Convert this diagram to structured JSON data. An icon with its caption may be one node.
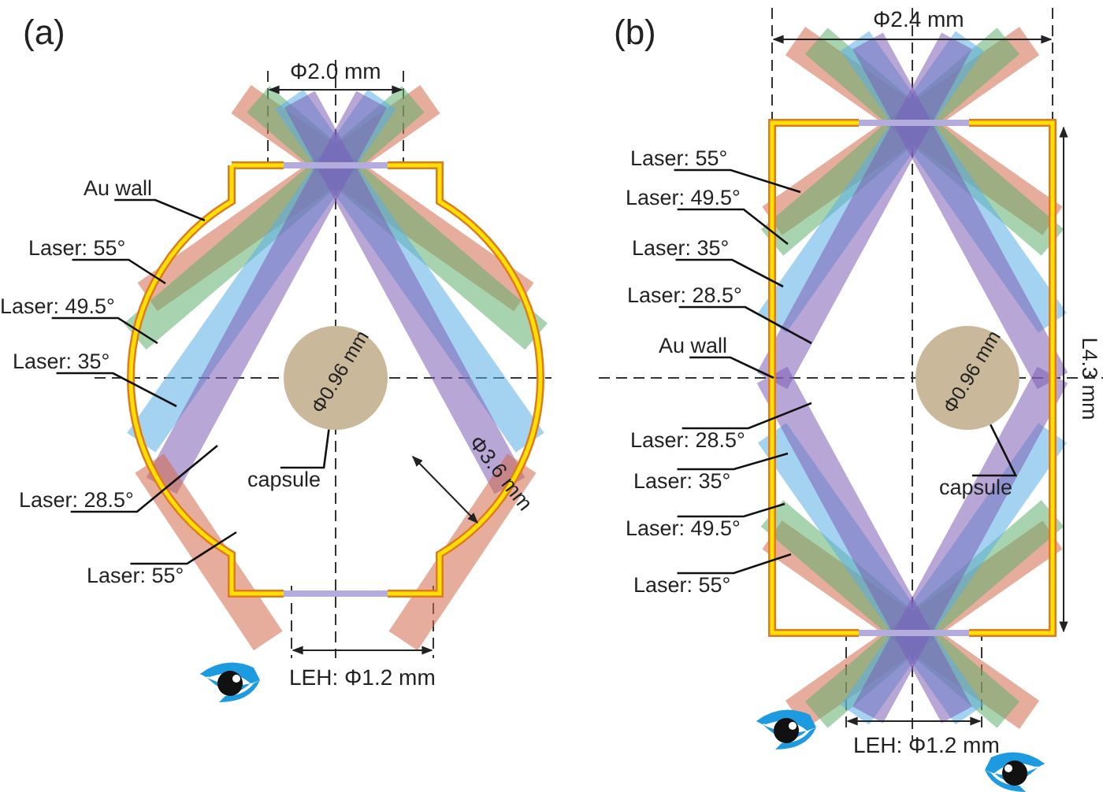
{
  "diagram": {
    "nodes": [
      {
        "text": [
          "Au wall"
        ]
      },
      {
        "text": [
          "Laser: 55°"
        ]
      },
      {
        "text": [
          "Laser: 49.5°"
        ]
      },
      {
        "text": [
          "Laser: 35°"
        ]
      },
      {
        "text": [
          "Laser: 28.5°"
        ]
      },
      {
        "text": [
          "Laser: 55°"
        ]
      },
      {
        "text": [
          "capsule"
        ]
      },
      {
        "text": [],
        "shape": "circle"
      },
      {
        "text": [
          "Laser: 55°"
        ]
      },
      {
        "text": [
          "Laser: 49.5°"
        ]
      },
      {
        "text": [
          "Laser: 35°"
        ]
      },
      {
        "text": [
          "Laser: 28.5°"
        ]
      },
      {
        "text": [
          "Au wall"
        ]
      },
      {
        "text": [
          "Laser: 28.5°"
        ]
      },
      {
        "text": [
          "Laser: 35°"
        ]
      },
      {
        "text": [
          "Laser: 49.5°"
        ]
      },
      {
        "text": [
          "Laser: 55°"
        ]
      },
      {
        "text": [
          "capsule"
        ]
      },
      {
        "text": [],
        "shape": "circle"
      }
    ],
    "edges": [
      {
        "from": 0,
        "to": null,
        "arrow": "none"
      },
      {
        "from": 1,
        "to": null,
        "arrow": "none"
      },
      {
        "from": 2,
        "to": null,
        "arrow": "none"
      },
      {
        "from": 3,
        "to": null,
        "arrow": "none"
      },
      {
        "from": 4,
        "to": null,
        "arrow": "none"
      },
      {
        "from": 5,
        "to": null,
        "arrow": "none"
      },
      {
        "from": 6,
        "to": 7,
        "arrow": "none"
      },
      {
        "from": 8,
        "to": null,
        "arrow": "none"
      },
      {
        "from": 9,
        "to": null,
        "arrow": "none"
      },
      {
        "from": 10,
        "to": null,
        "arrow": "none"
      },
      {
        "from": 11,
        "to": null,
        "arrow": "none"
      },
      {
        "from": 12,
        "to": null,
        "arrow": "none"
      },
      {
        "from": 13,
        "to": null,
        "arrow": "none"
      },
      {
        "from": 14,
        "to": null,
        "arrow": "none"
      },
      {
        "from": 15,
        "to": null,
        "arrow": "none"
      },
      {
        "from": 16,
        "to": null,
        "arrow": "none"
      },
      {
        "from": 17,
        "to": 18,
        "arrow": "none"
      }
    ],
    "labels": [
      "(a)",
      "Φ2.0 mm",
      "Φ0.96 mm",
      "Φ3.6 mm",
      "LEH: Φ1.2 mm",
      "(b)",
      "Φ2.4 mm",
      "Φ0.96 mm",
      "L4.3 mm",
      "LEH: Φ1.2 mm"
    ]
  }
}
